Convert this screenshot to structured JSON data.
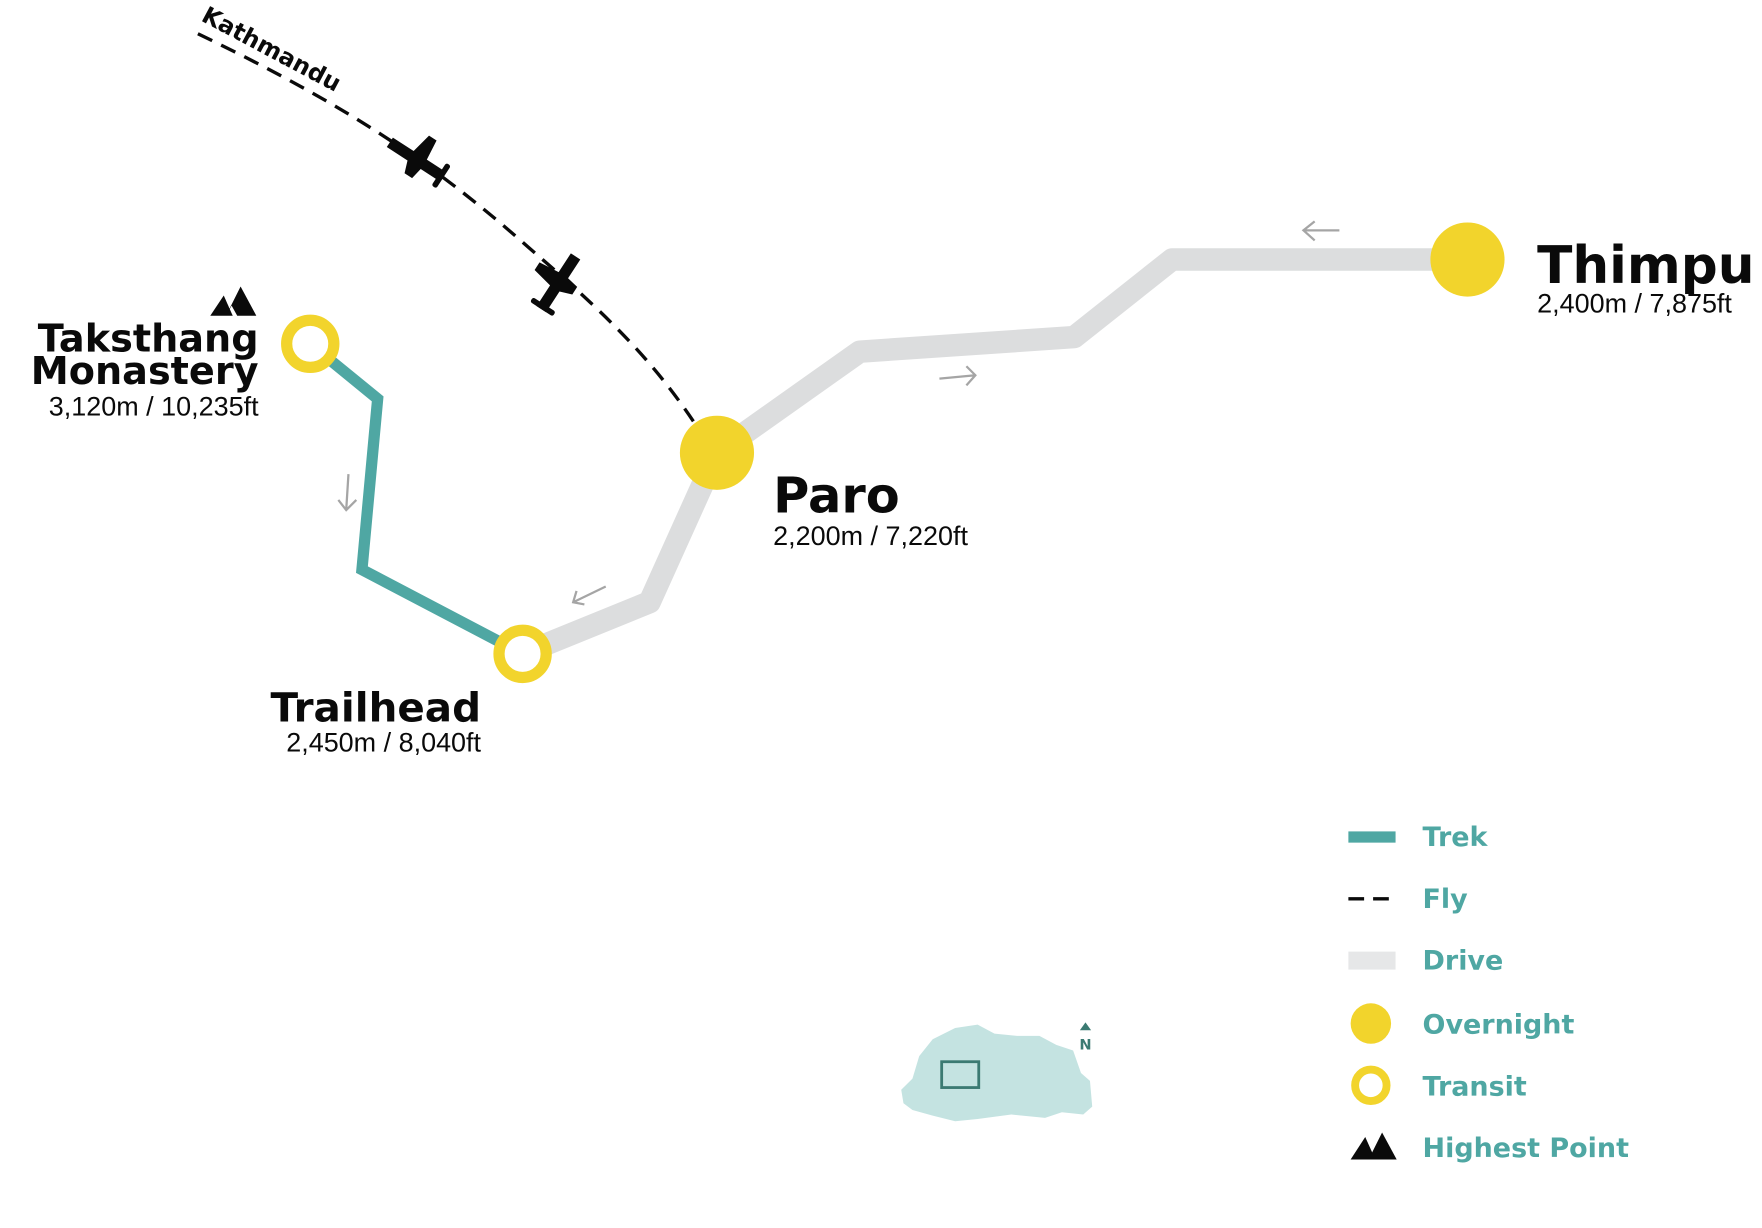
{
  "colors": {
    "trek": "#4fa7a3",
    "drive": "#dcddde",
    "fly": "#0a0a0a",
    "overnight": "#f2d42c",
    "arrow": "#a5a5a5",
    "inset_fill": "#c4e3e1",
    "inset_stroke": "#3b7a72",
    "legend_text": "#4fa7a3"
  },
  "places": {
    "thimphu": {
      "name": "Thimpu",
      "elevation": "2,400m / 7,875ft",
      "type": "overnight"
    },
    "paro": {
      "name": "Paro",
      "elevation": "2,200m / 7,220ft",
      "type": "overnight"
    },
    "trailhead": {
      "name": "Trailhead",
      "elevation": "2,450m / 8,040ft",
      "type": "transit"
    },
    "taksthang": {
      "name_line1": "Taksthang",
      "name_line2": "Monastery",
      "elevation": "3,120m / 10,235ft",
      "type": "transit",
      "highest_point": true
    }
  },
  "origin": {
    "name": "Kathmandu"
  },
  "inset": {
    "north_label": "N"
  },
  "legend": {
    "trek": "Trek",
    "fly": "Fly",
    "drive": "Drive",
    "overnight": "Overnight",
    "transit": "Transit",
    "highest": "Highest Point"
  }
}
